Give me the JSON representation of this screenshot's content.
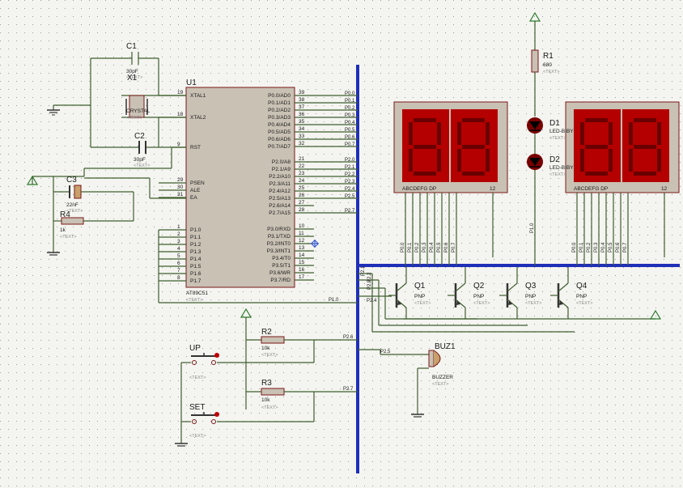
{
  "hint_text": "<TEXT>",
  "mcu": {
    "ref": "U1",
    "part": "AT89C51",
    "left_pins": [
      {
        "n": "19",
        "name": "XTAL1"
      },
      {
        "n": "18",
        "name": "XTAL2"
      },
      {
        "n": "9",
        "name": "RST"
      },
      {
        "n": "29",
        "name": "PSEN"
      },
      {
        "n": "30",
        "name": "ALE"
      },
      {
        "n": "31",
        "name": "EA"
      },
      {
        "n": "1",
        "name": "P1.0"
      },
      {
        "n": "2",
        "name": "P1.1"
      },
      {
        "n": "3",
        "name": "P1.2"
      },
      {
        "n": "4",
        "name": "P1.3"
      },
      {
        "n": "5",
        "name": "P1.4"
      },
      {
        "n": "6",
        "name": "P1.5"
      },
      {
        "n": "7",
        "name": "P1.6"
      },
      {
        "n": "8",
        "name": "P1.7"
      }
    ],
    "right_pins": [
      {
        "n": "39",
        "name": "P0.0/AD0",
        "net": "P0.0"
      },
      {
        "n": "38",
        "name": "P0.1/AD1",
        "net": "P0.1"
      },
      {
        "n": "37",
        "name": "P0.2/AD2",
        "net": "P0.2"
      },
      {
        "n": "36",
        "name": "P0.3/AD3",
        "net": "P0.3"
      },
      {
        "n": "35",
        "name": "P0.4/AD4",
        "net": "P0.4"
      },
      {
        "n": "34",
        "name": "P0.5/AD5",
        "net": "P0.5"
      },
      {
        "n": "33",
        "name": "P0.6/AD6",
        "net": "P0.6"
      },
      {
        "n": "32",
        "name": "P0.7/AD7",
        "net": "P0.7"
      },
      {
        "n": "21",
        "name": "P2.0/A8",
        "net": "P2.0"
      },
      {
        "n": "22",
        "name": "P2.1/A9",
        "net": "P2.1"
      },
      {
        "n": "23",
        "name": "P2.2/A10",
        "net": "P2.2"
      },
      {
        "n": "24",
        "name": "P2.3/A11",
        "net": "P2.3"
      },
      {
        "n": "25",
        "name": "P2.4/A12",
        "net": "P2.4"
      },
      {
        "n": "26",
        "name": "P2.5/A13",
        "net": "P2.5"
      },
      {
        "n": "27",
        "name": "P2.6/A14",
        "net": ""
      },
      {
        "n": "28",
        "name": "P2.7/A15",
        "net": "P2.7"
      },
      {
        "n": "10",
        "name": "P3.0/RXD",
        "net": ""
      },
      {
        "n": "11",
        "name": "P3.1/TXD",
        "net": ""
      },
      {
        "n": "12",
        "name": "P3.2/INT0",
        "net": ""
      },
      {
        "n": "13",
        "name": "P3.3/INT1",
        "net": ""
      },
      {
        "n": "14",
        "name": "P3.4/T0",
        "net": ""
      },
      {
        "n": "15",
        "name": "P3.5/T1",
        "net": ""
      },
      {
        "n": "16",
        "name": "P3.6/WR",
        "net": ""
      },
      {
        "n": "17",
        "name": "P3.7/RD",
        "net": ""
      }
    ]
  },
  "c1": {
    "ref": "C1",
    "val": "30pF"
  },
  "x1": {
    "ref": "X1",
    "val": "CRYSTAL"
  },
  "c2": {
    "ref": "C2",
    "val": "30pF"
  },
  "c3": {
    "ref": "C3",
    "val": "22nF"
  },
  "r4": {
    "ref": "R4",
    "val": "1k"
  },
  "r1": {
    "ref": "R1",
    "val": "680"
  },
  "d1": {
    "ref": "D1",
    "val": "LED-BIBY"
  },
  "d2": {
    "ref": "D2",
    "val": "LED-BIBY"
  },
  "r2": {
    "ref": "R2",
    "val": "10k"
  },
  "r3": {
    "ref": "R3",
    "val": "10k"
  },
  "up": {
    "ref": "UP"
  },
  "set": {
    "ref": "SET"
  },
  "buz": {
    "ref": "BUZ1",
    "val": "BUZZER",
    "net": "P2.5"
  },
  "display_pins": "ABCDEFG  DP",
  "display_pin12": "12",
  "transistors": [
    {
      "ref": "Q1",
      "val": "PNP"
    },
    {
      "ref": "Q2",
      "val": "PNP"
    },
    {
      "ref": "Q3",
      "val": "PNP"
    },
    {
      "ref": "Q4",
      "val": "PNP"
    }
  ],
  "disp1_nets": [
    "P0.0",
    "P0.1",
    "P0.2",
    "P0.3",
    "P0.4",
    "P0.5",
    "P0.6",
    "P0.7"
  ],
  "disp2_nets": [
    "P0.0",
    "P0.1",
    "P0.2",
    "P0.3",
    "P0.4",
    "P0.5",
    "P0.6",
    "P0.7"
  ],
  "led_net": "P1.0",
  "p10_net": "P1.0",
  "bus_nets": {
    "q_a": "P2.1",
    "q_b": "P2.2",
    "q_c": "P2.3",
    "q_d": "P2.4",
    "r2": "P2.6",
    "r3": "P2.7"
  }
}
